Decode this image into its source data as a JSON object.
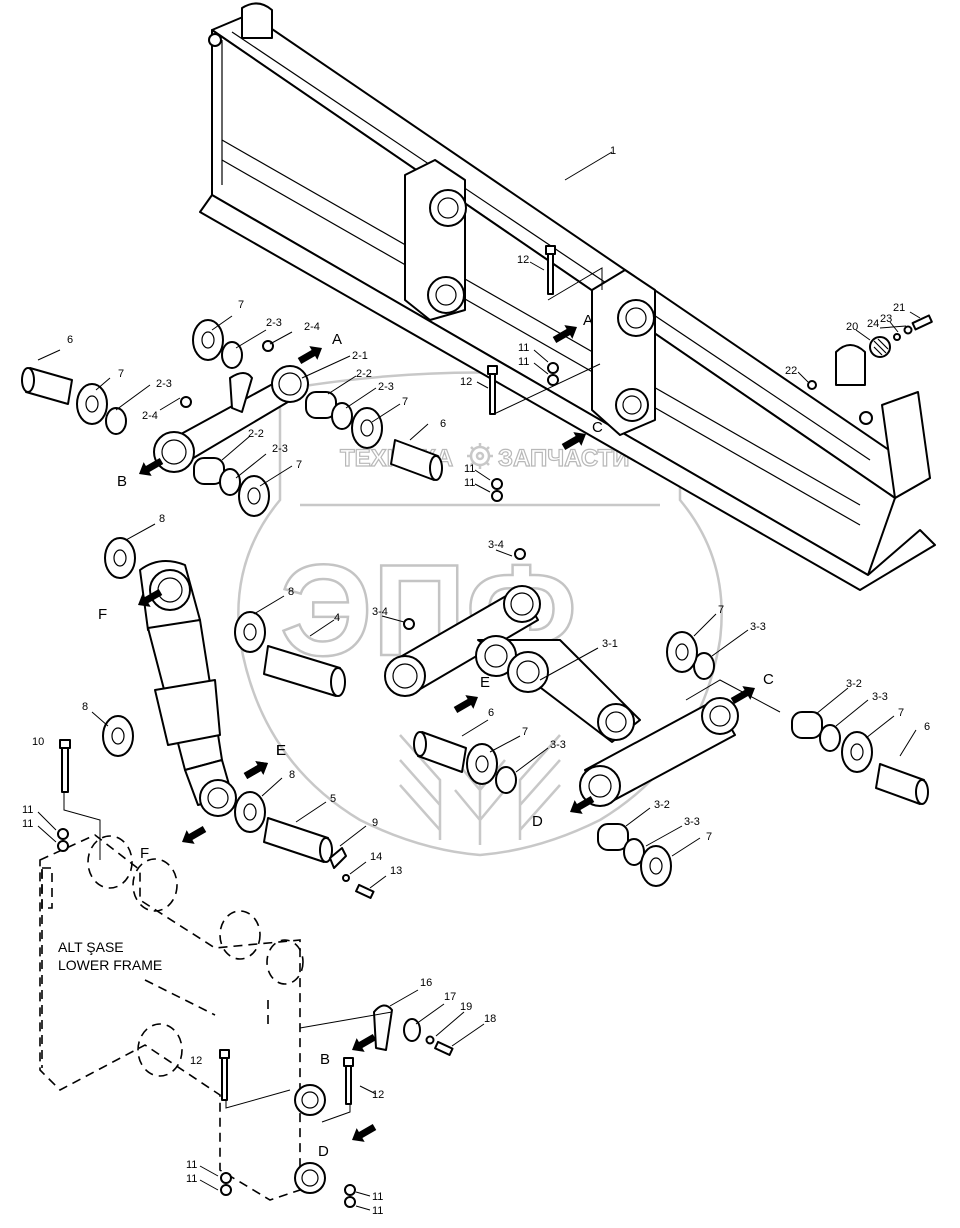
{
  "watermark": {
    "top_text_left": "ТЕХНИКА",
    "top_text_right": "ЗАПЧАСТИ",
    "logo_letters": "ЭПФ",
    "gear_icon": "gear-icon"
  },
  "frame_label": {
    "line1": "ALT ŞASE",
    "line2": "LOWER FRAME"
  },
  "arrows": [
    {
      "letter": "A"
    },
    {
      "letter": "A"
    },
    {
      "letter": "B"
    },
    {
      "letter": "B"
    },
    {
      "letter": "C"
    },
    {
      "letter": "C"
    },
    {
      "letter": "D"
    },
    {
      "letter": "D"
    },
    {
      "letter": "E"
    },
    {
      "letter": "E"
    },
    {
      "letter": "E"
    },
    {
      "letter": "F"
    },
    {
      "letter": "F"
    }
  ],
  "callouts": [
    {
      "label": "1"
    },
    {
      "label": "12"
    },
    {
      "label": "21"
    },
    {
      "label": "23"
    },
    {
      "label": "24"
    },
    {
      "label": "20"
    },
    {
      "label": "22"
    },
    {
      "label": "11"
    },
    {
      "label": "11"
    },
    {
      "label": "12"
    },
    {
      "label": "11"
    },
    {
      "label": "11"
    },
    {
      "label": "6"
    },
    {
      "label": "7"
    },
    {
      "label": "2-3"
    },
    {
      "label": "2-4"
    },
    {
      "label": "7"
    },
    {
      "label": "2-3"
    },
    {
      "label": "2-4"
    },
    {
      "label": "2-1"
    },
    {
      "label": "2-2"
    },
    {
      "label": "2-3"
    },
    {
      "label": "7"
    },
    {
      "label": "6"
    },
    {
      "label": "2-2"
    },
    {
      "label": "2-3"
    },
    {
      "label": "7"
    },
    {
      "label": "8"
    },
    {
      "label": "8"
    },
    {
      "label": "4"
    },
    {
      "label": "3-4"
    },
    {
      "label": "3-4"
    },
    {
      "label": "3-1"
    },
    {
      "label": "7"
    },
    {
      "label": "3-3"
    },
    {
      "label": "3-2"
    },
    {
      "label": "3-3"
    },
    {
      "label": "7"
    },
    {
      "label": "6"
    },
    {
      "label": "6"
    },
    {
      "label": "7"
    },
    {
      "label": "3-3"
    },
    {
      "label": "3-2"
    },
    {
      "label": "3-3"
    },
    {
      "label": "7"
    },
    {
      "label": "8"
    },
    {
      "label": "10"
    },
    {
      "label": "8"
    },
    {
      "label": "5"
    },
    {
      "label": "9"
    },
    {
      "label": "14"
    },
    {
      "label": "13"
    },
    {
      "label": "11"
    },
    {
      "label": "11"
    },
    {
      "label": "16"
    },
    {
      "label": "17"
    },
    {
      "label": "19"
    },
    {
      "label": "18"
    },
    {
      "label": "12"
    },
    {
      "label": "12"
    },
    {
      "label": "11"
    },
    {
      "label": "11"
    },
    {
      "label": "11"
    },
    {
      "label": "11"
    }
  ]
}
